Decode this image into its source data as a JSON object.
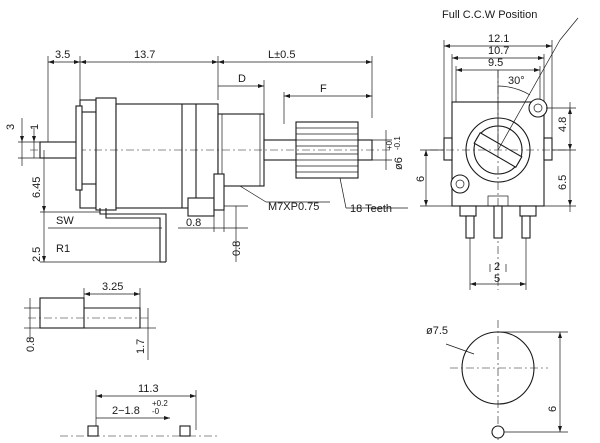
{
  "labels": {
    "full_ccw": "Full C.C.W Position",
    "teeth": "18 Teeth",
    "thread": "M7XP0.75",
    "sw": "SW",
    "r1": "R1",
    "l_dim": "L±0.5",
    "d": "D",
    "f": "F",
    "angle": "30°",
    "hole_dia": "ø7.5",
    "shaft_dia": "ø6",
    "shaft_tol_hi": "+0",
    "shaft_tol_lo": "-0.1",
    "pin_tol_hi": "+0.2",
    "pin_tol_lo": "-0"
  },
  "dims": {
    "d35": "3.5",
    "d137": "13.7",
    "d3": "3",
    "d1": "1",
    "d645": "6.45",
    "d25": "2.5",
    "d08a": "0.8",
    "d08b": "0.8",
    "d121": "12.1",
    "d107": "10.7",
    "d95": "9.5",
    "d48": "4.8",
    "d65": "6.5",
    "d6a": "6",
    "d2": "2",
    "d5": "5",
    "d325": "3.25",
    "d08c": "0.8",
    "d17": "1.7",
    "d113": "11.3",
    "d2x18": "2−1.8",
    "d6b": "6"
  }
}
